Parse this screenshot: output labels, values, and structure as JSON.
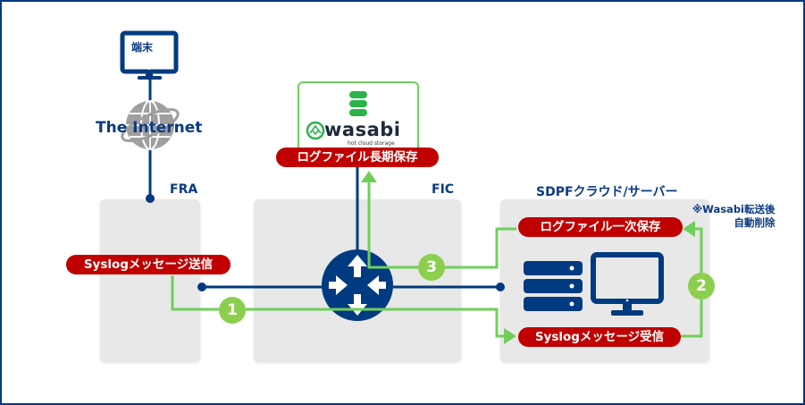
{
  "diagram": {
    "terminal": {
      "label": "端末"
    },
    "internet": {
      "label": "The Internet"
    },
    "zones": {
      "fra": {
        "label": "FRA"
      },
      "fic": {
        "label": "FIC"
      },
      "sdpf": {
        "label": "SDPFクラウド/サーバー"
      }
    },
    "wasabi": {
      "brand": "wasabi",
      "tagline": "hot cloud storage"
    },
    "labels": {
      "long_term_storage": "ログファイル長期保存",
      "primary_storage": "ログファイル一次保存",
      "syslog_send": "Syslogメッセージ送信",
      "syslog_receive": "Syslogメッセージ受信"
    },
    "note": {
      "line1": "※Wasabi転送後",
      "line2": "自動削除"
    },
    "steps": [
      "1",
      "2",
      "3"
    ],
    "colors": {
      "navy": "#003a80",
      "label_red": "#c00000",
      "flow_green": "#6fcf5a",
      "badge_green": "#8ccf4f",
      "zone_gray": "#e8e8e8",
      "globe_gray": "#9a9a9a"
    }
  }
}
